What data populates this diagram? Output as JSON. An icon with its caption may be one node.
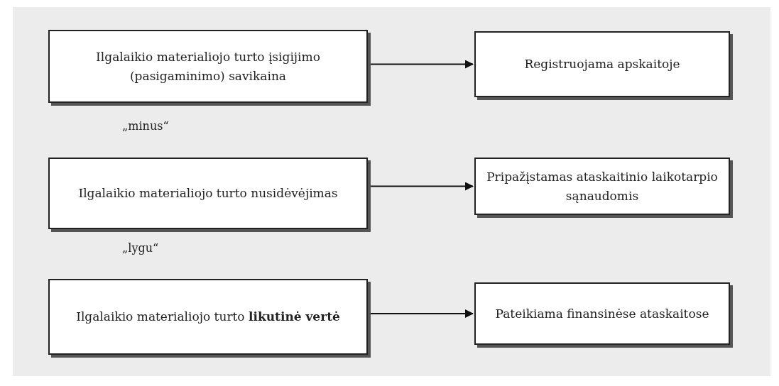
{
  "diagram": {
    "nodes": [
      {
        "text": [
          "Ilgalaikio materialiojo turto įsigijimo (pasigaminimo) savikaina"
        ]
      },
      {
        "text": [
          "Registruojama apskaitoje"
        ]
      },
      {
        "text": [
          "Ilgalaikio materialiojo turto nusidėvėjimas"
        ]
      },
      {
        "text": [
          "Pripažįstamas ataskaitinio laikotarpio sąnaudomis"
        ]
      },
      {
        "text": [
          "Ilgalaikio materialiojo turto **likutinė vertė**"
        ]
      },
      {
        "text": [
          "Pateikiama finansinėse ataskaitose"
        ]
      }
    ],
    "edges": [
      {
        "from": 0,
        "to": 1,
        "arrow": "to"
      },
      {
        "from": 2,
        "to": 3,
        "arrow": "to"
      },
      {
        "from": 4,
        "to": 5,
        "arrow": "to"
      }
    ],
    "labels": [
      "„minus“",
      "„lygu“"
    ]
  }
}
